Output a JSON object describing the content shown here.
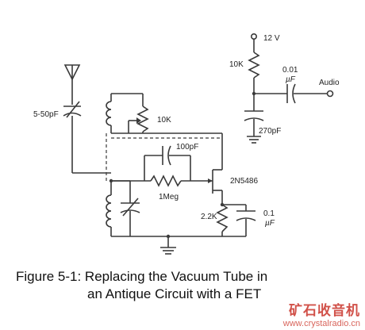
{
  "labels": {
    "supply": "12 V",
    "r_10k_top": "10K",
    "c_001": "0.01",
    "c_001_unit": "µF",
    "audio": "Audio",
    "trimmer_cap": "5-50pF",
    "pot_10k": "10K",
    "c_270pf": "270pF",
    "c_100pf": "100pF",
    "r_1meg": "1Meg",
    "jfet": "2N5486",
    "r_22k": "2.2K",
    "c_01": "0.1",
    "c_01_unit": "µF"
  },
  "caption": {
    "line1": "Figure 5-1: Replacing the Vacuum Tube in",
    "line2": "an Antique Circuit with a FET"
  },
  "watermark": {
    "text": "矿石收音机",
    "url": "www.crystalradio.cn"
  }
}
